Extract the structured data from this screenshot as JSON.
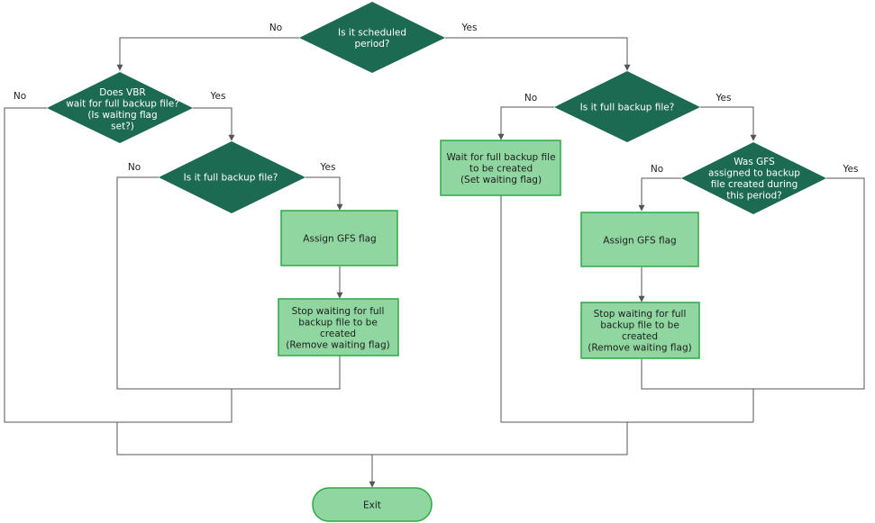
{
  "colors": {
    "decision": "#1d6a53",
    "process_fill": "#8fd6a0",
    "process_stroke": "#2fa843",
    "terminal_fill": "#8fd6a0",
    "terminal_stroke": "#2fa843",
    "line": "#555555"
  },
  "d1": {
    "lines": [
      "Is it scheduled",
      "period?"
    ]
  },
  "d2": {
    "lines": [
      "Does VBR",
      "wait for full backup file?",
      "(Is waiting flag",
      "set?)"
    ]
  },
  "d3": {
    "lines": [
      "Is it full backup file?"
    ]
  },
  "d4": {
    "lines": [
      "Is it full backup file?"
    ]
  },
  "d5": {
    "lines": [
      "Was GFS",
      "assigned to backup",
      "file created during",
      "this period?"
    ]
  },
  "p_assign_left": {
    "lines": [
      "Assign GFS flag"
    ]
  },
  "p_stop_left": {
    "lines": [
      "Stop waiting for full",
      "backup file to be",
      "created",
      "(Remove waiting flag)"
    ]
  },
  "p_wait": {
    "lines": [
      "Wait for full backup file",
      "to be created",
      "(Set waiting flag)"
    ]
  },
  "p_assign_right": {
    "lines": [
      "Assign GFS flag"
    ]
  },
  "p_stop_right": {
    "lines": [
      "Stop waiting for full",
      "backup file to be",
      "created",
      "(Remove waiting flag)"
    ]
  },
  "exit": {
    "lines": [
      "Exit"
    ]
  },
  "labels": {
    "d1_no": "No",
    "d1_yes": "Yes",
    "d2_no": "No",
    "d2_yes": "Yes",
    "d3_no": "No",
    "d3_yes": "Yes",
    "d4_no": "No",
    "d4_yes": "Yes",
    "d5_no": "No",
    "d5_yes": "Yes"
  }
}
